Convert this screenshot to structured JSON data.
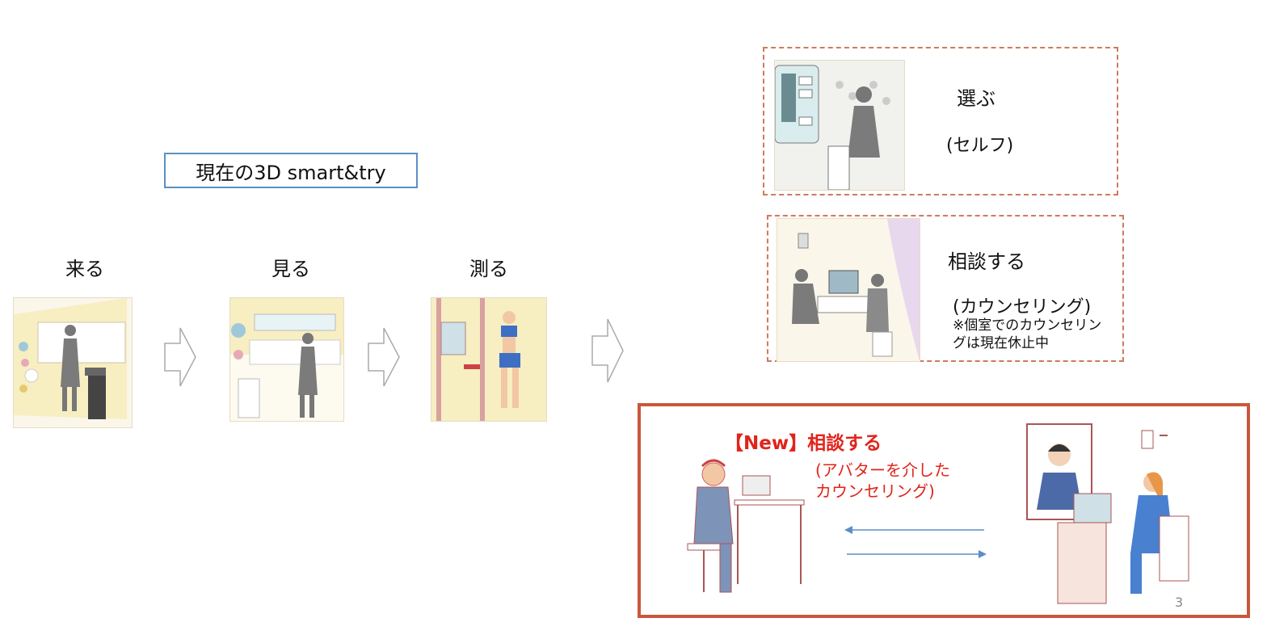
{
  "header": {
    "title": "現在の3D smart&try"
  },
  "steps": [
    {
      "label": "来る",
      "icon": "store-entrance-icon"
    },
    {
      "label": "見る",
      "icon": "browse-products-icon"
    },
    {
      "label": "測る",
      "icon": "measure-booth-icon"
    }
  ],
  "options": {
    "select": {
      "title": "選ぶ",
      "sub": "(セルフ)"
    },
    "consult": {
      "title": "相談する",
      "sub": "(カウンセリング)",
      "note_line1": "※個室でのカウンセリン",
      "note_line2": "グは現在休止中"
    },
    "new_consult": {
      "title": "【New】相談する",
      "sub_line1": "(アバターを介した",
      "sub_line2": "カウンセリング)"
    }
  },
  "colors": {
    "title_border": "#5b8fc4",
    "dashed_border": "#d07a5c",
    "new_border": "#c9573c",
    "accent_red": "#e0241b"
  },
  "page_number": "3"
}
